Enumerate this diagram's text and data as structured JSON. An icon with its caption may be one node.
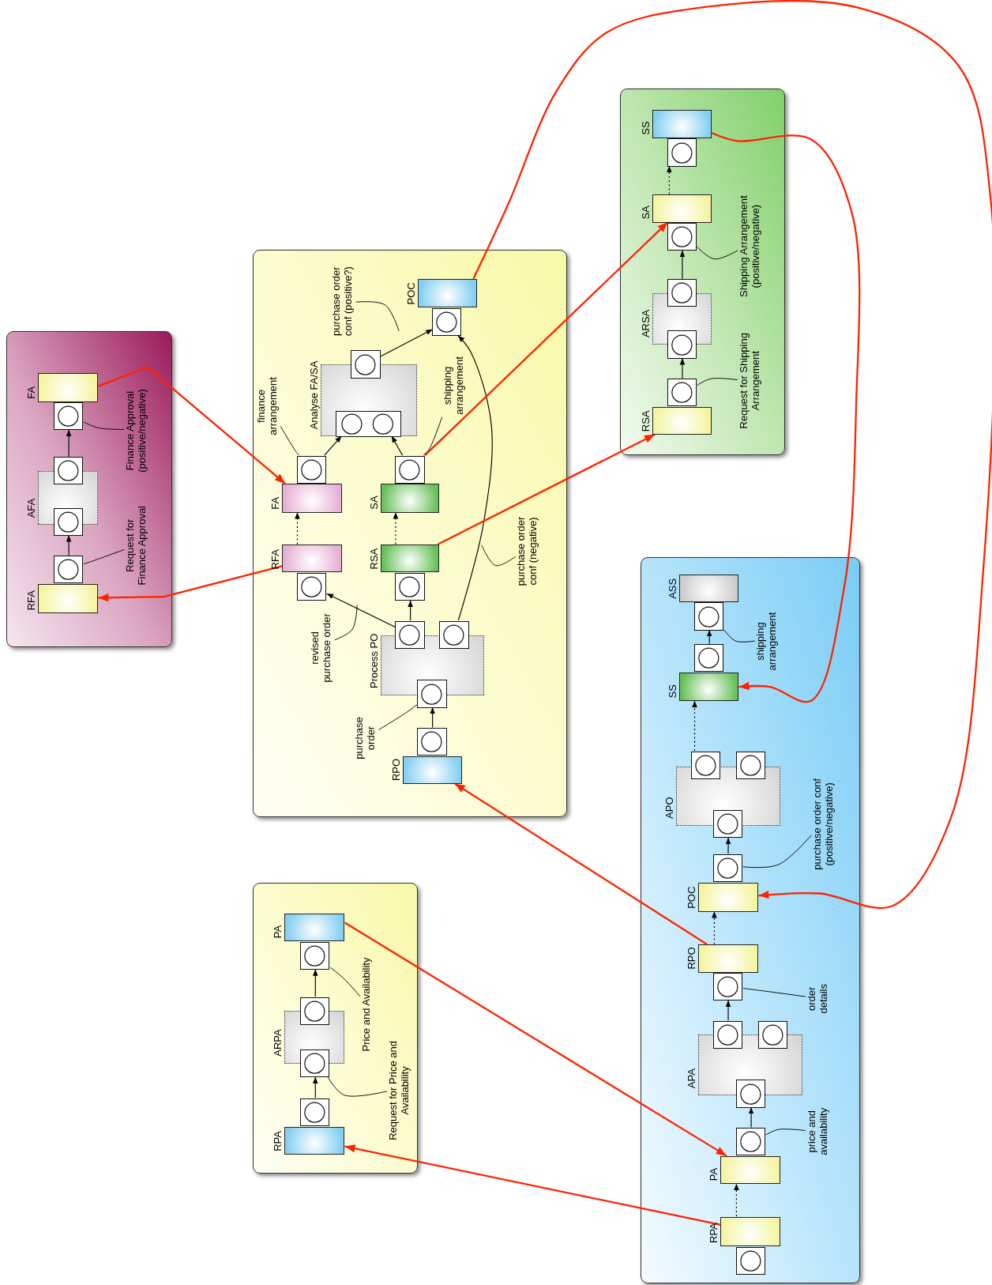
{
  "diagram": {
    "nodes": [
      {
        "text": [],
        "shape": "box"
      },
      {
        "text": [
          "FA"
        ],
        "in": 0
      },
      {
        "text": [
          "AFA"
        ],
        "in": 0
      },
      {
        "text": [
          "RFA"
        ],
        "in": 0
      },
      {
        "text": [],
        "shape": "box",
        "in": 0
      },
      {
        "text": [],
        "shape": "box",
        "in": 0
      },
      {
        "text": [],
        "shape": "box",
        "in": 0
      },
      {
        "text": [],
        "shape": "box",
        "in": 0
      },
      {
        "text": [
          "Finance Approval (positive/negative)"
        ],
        "in": 0
      },
      {
        "text": [
          "Request for Finance Approval"
        ],
        "in": 0
      },
      {
        "text": [],
        "shape": "box"
      },
      {
        "text": [
          "POC"
        ],
        "in": 10
      },
      {
        "text": [
          "Analyse FA/SA"
        ],
        "in": 10
      },
      {
        "text": [
          "FA"
        ],
        "in": 10
      },
      {
        "text": [
          "SA"
        ],
        "in": 10
      },
      {
        "text": [
          "RFA"
        ],
        "in": 10
      },
      {
        "text": [
          "RSA"
        ],
        "in": 10
      },
      {
        "text": [
          "Process PO"
        ],
        "in": 10
      },
      {
        "text": [
          "RPO"
        ],
        "in": 10
      },
      {
        "text": [],
        "shape": "box",
        "in": 10
      },
      {
        "text": [],
        "shape": "box",
        "in": 10
      },
      {
        "text": [],
        "shape": "box",
        "in": 12
      },
      {
        "text": [],
        "shape": "box",
        "in": 10
      },
      {
        "text": [],
        "shape": "box",
        "in": 10
      },
      {
        "text": [],
        "shape": "box",
        "in": 10
      },
      {
        "text": [],
        "shape": "box",
        "in": 10
      },
      {
        "text": [],
        "shape": "box",
        "in": 10
      },
      {
        "text": [],
        "shape": "box",
        "in": 10
      },
      {
        "text": [],
        "shape": "box",
        "in": 10
      },
      {
        "text": [],
        "shape": "box",
        "in": 10
      },
      {
        "text": [
          "purchase order conf (positive?)"
        ],
        "in": 10
      },
      {
        "text": [
          "finance arrangement"
        ],
        "in": 10
      },
      {
        "text": [
          "shipping arrangement"
        ],
        "in": 10
      },
      {
        "text": [
          "purchase order conf (negative)"
        ],
        "in": 10
      },
      {
        "text": [
          "revised purchase order"
        ],
        "in": 10
      },
      {
        "text": [
          "purchase order"
        ],
        "in": 10
      },
      {
        "text": [],
        "shape": "box"
      },
      {
        "text": [
          "SS"
        ],
        "in": 36
      },
      {
        "text": [
          "SA"
        ],
        "in": 36
      },
      {
        "text": [
          "ARSA"
        ],
        "in": 36
      },
      {
        "text": [
          "RSA"
        ],
        "in": 36
      },
      {
        "text": [],
        "shape": "box",
        "in": 36
      },
      {
        "text": [],
        "shape": "box",
        "in": 36
      },
      {
        "text": [],
        "shape": "box",
        "in": 36
      },
      {
        "text": [],
        "shape": "box",
        "in": 36
      },
      {
        "text": [],
        "shape": "box",
        "in": 36
      },
      {
        "text": [
          "Shipping Arrangement (positive/negative)"
        ],
        "in": 36
      },
      {
        "text": [
          "Request for Shipping Arrangement"
        ],
        "in": 36
      },
      {
        "text": [],
        "shape": "box"
      },
      {
        "text": [
          "PA"
        ],
        "in": 48
      },
      {
        "text": [
          "ARPA"
        ],
        "in": 48
      },
      {
        "text": [
          "RPA"
        ],
        "in": 48
      },
      {
        "text": [],
        "shape": "box",
        "in": 48
      },
      {
        "text": [],
        "shape": "box",
        "in": 48
      },
      {
        "text": [],
        "shape": "box",
        "in": 48
      },
      {
        "text": [],
        "shape": "box",
        "in": 48
      },
      {
        "text": [
          "Price and Availability"
        ],
        "in": 48
      },
      {
        "text": [
          "Request for Price and Availability"
        ],
        "in": 48
      },
      {
        "text": [],
        "shape": "box"
      },
      {
        "text": [
          "ASS"
        ],
        "in": 58
      },
      {
        "text": [
          "SS"
        ],
        "in": 58
      },
      {
        "text": [
          "APO"
        ],
        "in": 58
      },
      {
        "text": [
          "POC"
        ],
        "in": 58
      },
      {
        "text": [
          "RPO"
        ],
        "in": 58
      },
      {
        "text": [
          "APA"
        ],
        "in": 58
      },
      {
        "text": [
          "PA"
        ],
        "in": 58
      },
      {
        "text": [
          "RPA"
        ],
        "in": 58
      },
      {
        "text": [],
        "shape": "box",
        "in": 58
      },
      {
        "text": [],
        "shape": "box",
        "in": 58
      },
      {
        "text": [],
        "shape": "box",
        "in": 58
      },
      {
        "text": [],
        "shape": "box",
        "in": 58
      },
      {
        "text": [],
        "shape": "box",
        "in": 58
      },
      {
        "text": [],
        "shape": "box",
        "in": 58
      },
      {
        "text": [],
        "shape": "box",
        "in": 58
      },
      {
        "text": [],
        "shape": "box",
        "in": 58
      },
      {
        "text": [],
        "shape": "box",
        "in": 58
      },
      {
        "text": [],
        "shape": "box",
        "in": 58
      },
      {
        "text": [],
        "shape": "box",
        "in": 58
      },
      {
        "text": [],
        "shape": "box",
        "in": 58
      },
      {
        "text": [
          "shipping arrangement"
        ],
        "in": 58
      },
      {
        "text": [
          "purchase order conf (positive/negative)"
        ],
        "in": 58
      },
      {
        "text": [
          "order details"
        ],
        "in": 58
      },
      {
        "text": [
          "price and availability"
        ],
        "in": 58
      }
    ],
    "edges": [
      {
        "from": 7,
        "to": 6,
        "arrow": "to"
      },
      {
        "from": 5,
        "to": 4,
        "arrow": "to"
      },
      {
        "from": 29,
        "to": 28,
        "arrow": "to"
      },
      {
        "from": 26,
        "to": 25,
        "arrow": "to"
      },
      {
        "from": 26,
        "to": 24,
        "arrow": "to"
      },
      {
        "from": 27,
        "to": 19,
        "arrow": "to"
      },
      {
        "from": 15,
        "to": 13,
        "arrow": "to",
        "style": "dashed"
      },
      {
        "from": 16,
        "to": 14,
        "arrow": "to",
        "style": "dashed"
      },
      {
        "from": 22,
        "to": 21,
        "arrow": "to"
      },
      {
        "from": 23,
        "to": 21,
        "arrow": "to"
      },
      {
        "from": 20,
        "to": 19,
        "arrow": "to"
      },
      {
        "from": 45,
        "to": 44,
        "arrow": "to"
      },
      {
        "from": 43,
        "to": 42,
        "arrow": "to"
      },
      {
        "from": 38,
        "to": 41,
        "arrow": "to",
        "style": "dashed"
      },
      {
        "from": 55,
        "to": 54,
        "arrow": "to"
      },
      {
        "from": 53,
        "to": 52,
        "arrow": "to"
      },
      {
        "from": 66,
        "to": 65,
        "arrow": "to",
        "style": "dashed"
      },
      {
        "from": 77,
        "to": 76,
        "arrow": "to"
      },
      {
        "from": 74,
        "to": 73,
        "arrow": "to"
      },
      {
        "from": 63,
        "to": 62,
        "arrow": "to",
        "style": "dashed"
      },
      {
        "from": 72,
        "to": 71,
        "arrow": "to"
      },
      {
        "from": 69,
        "to": 60,
        "arrow": "to",
        "style": "dashed"
      },
      {
        "from": 68,
        "to": 67,
        "arrow": "to"
      },
      {
        "from": 1,
        "to": 13,
        "arrow": "to",
        "color": "#ff2200"
      },
      {
        "from": 15,
        "to": 3,
        "arrow": "to",
        "color": "#ff2200"
      },
      {
        "from": 23,
        "to": 38,
        "arrow": "to",
        "color": "#ff2200"
      },
      {
        "from": 16,
        "to": 40,
        "arrow": "to",
        "color": "#ff2200"
      },
      {
        "from": 11,
        "to": 62,
        "arrow": "to",
        "color": "#ff2200"
      },
      {
        "from": 37,
        "to": 60,
        "arrow": "to",
        "color": "#ff2200"
      },
      {
        "from": 63,
        "to": 18,
        "arrow": "to",
        "color": "#ff2200"
      },
      {
        "from": 49,
        "to": 65,
        "arrow": "to",
        "color": "#ff2200"
      },
      {
        "from": 66,
        "to": 51,
        "arrow": "to",
        "color": "#ff2200"
      },
      {
        "from": 8,
        "to": 4,
        "arrow": "none"
      },
      {
        "from": 9,
        "to": 7,
        "arrow": "none"
      },
      {
        "from": 30,
        "to": null,
        "arrow": "none"
      },
      {
        "from": 31,
        "to": 22,
        "arrow": "none"
      },
      {
        "from": 32,
        "to": 23,
        "arrow": "none"
      },
      {
        "from": 33,
        "to": null,
        "arrow": "none"
      },
      {
        "from": 34,
        "to": null,
        "arrow": "none"
      },
      {
        "from": 35,
        "to": 28,
        "arrow": "none"
      },
      {
        "from": 46,
        "to": 42,
        "arrow": "none"
      },
      {
        "from": 47,
        "to": 45,
        "arrow": "none"
      },
      {
        "from": 56,
        "to": 52,
        "arrow": "none"
      },
      {
        "from": 57,
        "to": 54,
        "arrow": "none"
      },
      {
        "from": 79,
        "to": 67,
        "arrow": "none"
      },
      {
        "from": 80,
        "to": 72,
        "arrow": "none"
      },
      {
        "from": 81,
        "to": 73,
        "arrow": "none"
      },
      {
        "from": 82,
        "to": 77,
        "arrow": "none"
      }
    ]
  }
}
